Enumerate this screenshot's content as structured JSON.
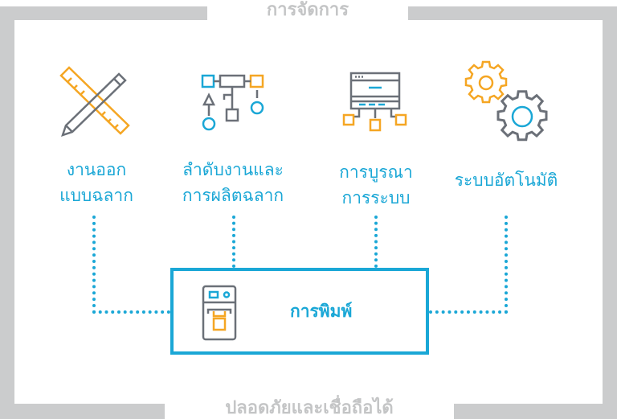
{
  "frame": {
    "top_title": "การจัดการ",
    "bottom_title": "ปลอดภัยและเชื่อถือได้"
  },
  "modules": [
    {
      "icon": "ruler-pencil-icon",
      "label_line1": "งานออก",
      "label_line2": "แบบฉลาก"
    },
    {
      "icon": "flowchart-icon",
      "label_line1": "ลำดับงานและ",
      "label_line2": "การผลิตฉลาก"
    },
    {
      "icon": "server-network-icon",
      "label_line1": "การบูรณา",
      "label_line2": "การระบบ"
    },
    {
      "icon": "gears-icon",
      "label_line1": "ระบบอัตโนมัติ"
    }
  ],
  "center": {
    "icon": "printer-icon",
    "label": "การพิมพ์"
  },
  "colors": {
    "blue": "#1aa7d6",
    "orange": "#f5a623",
    "gray": "#6b7078",
    "frame": "#cbcccd"
  }
}
